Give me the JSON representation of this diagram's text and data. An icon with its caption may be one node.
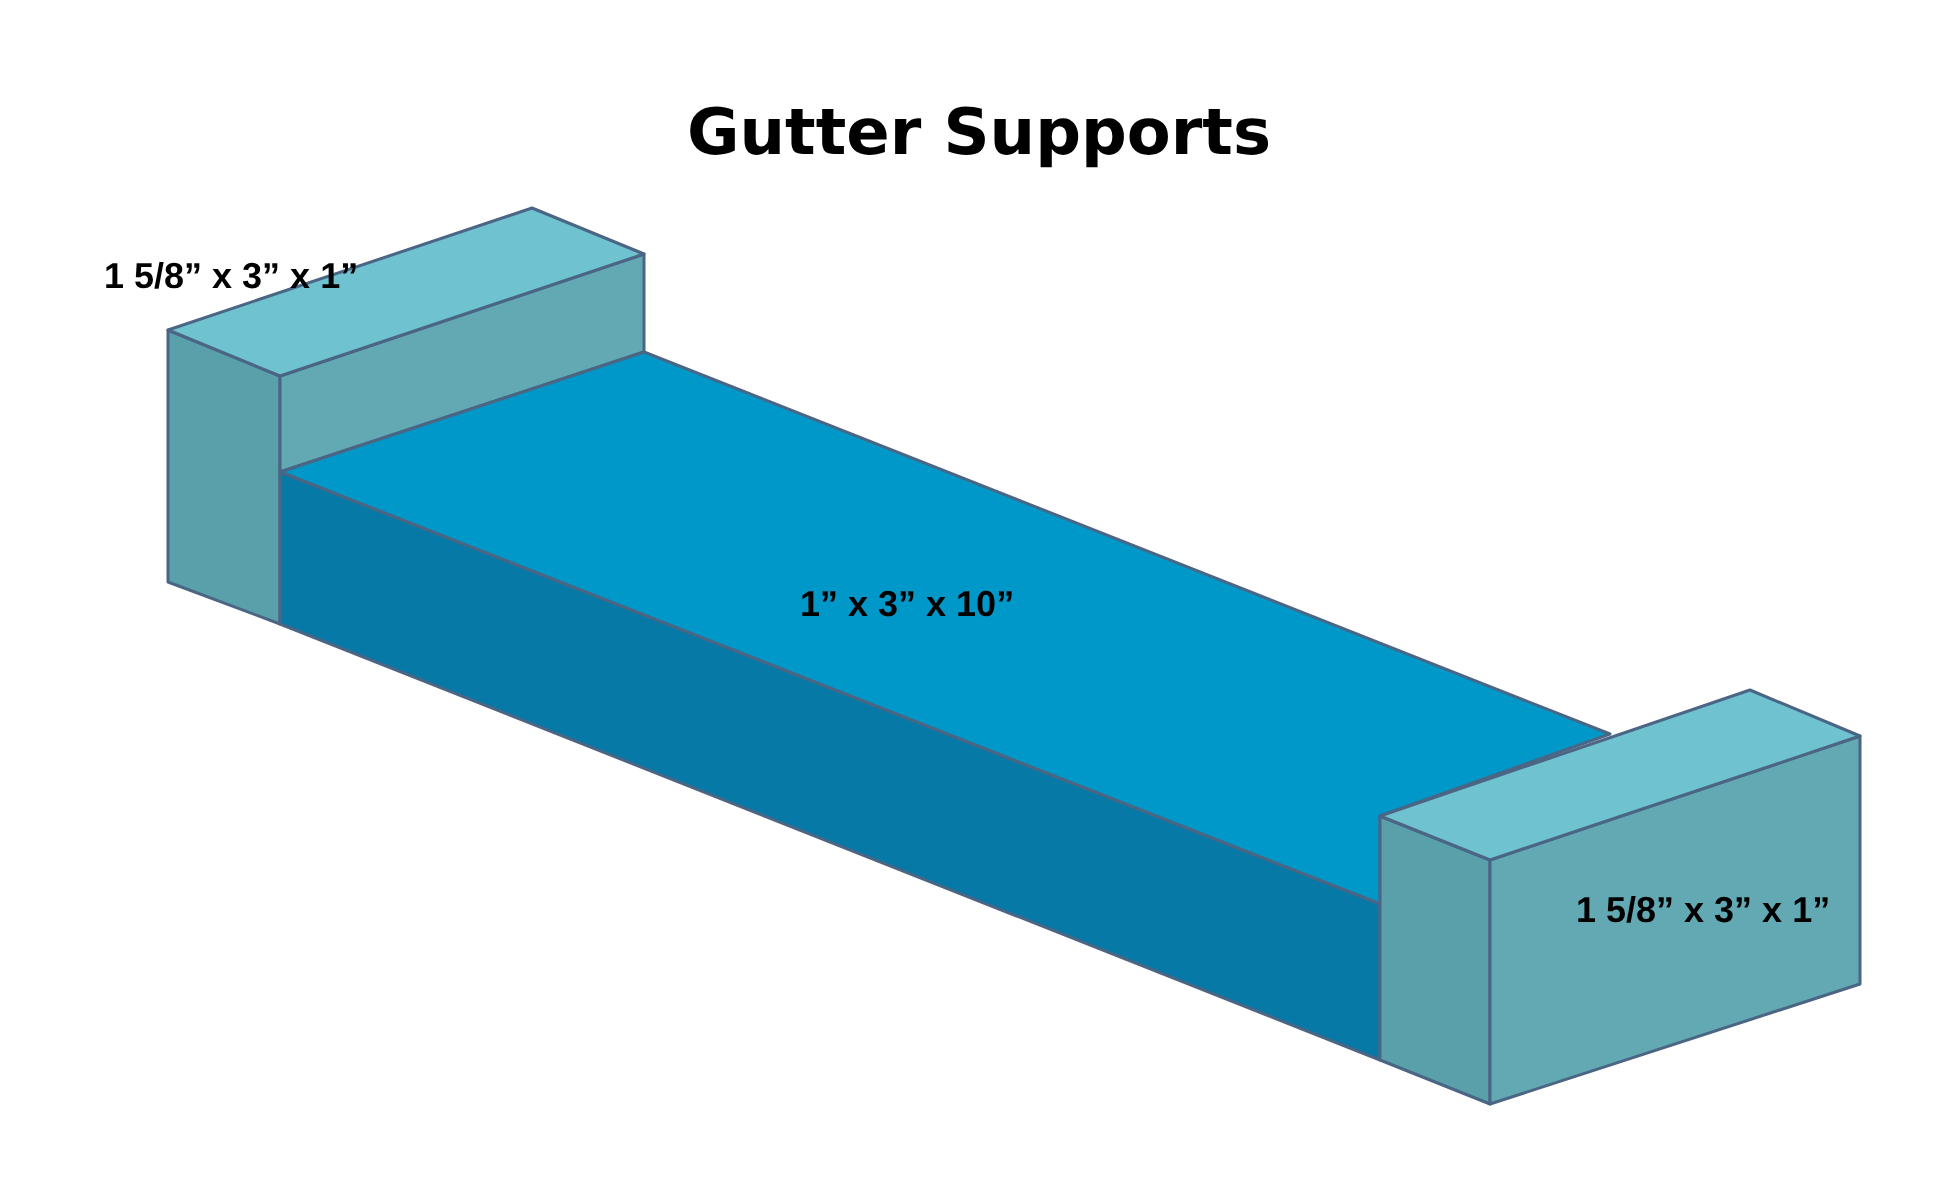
{
  "diagram": {
    "title": "Gutter Supports",
    "labels": [
      "1 5/8” x 3” x 1”",
      "1” x 3” x 10”",
      "1 5/8” x 3” x 1”"
    ]
  }
}
